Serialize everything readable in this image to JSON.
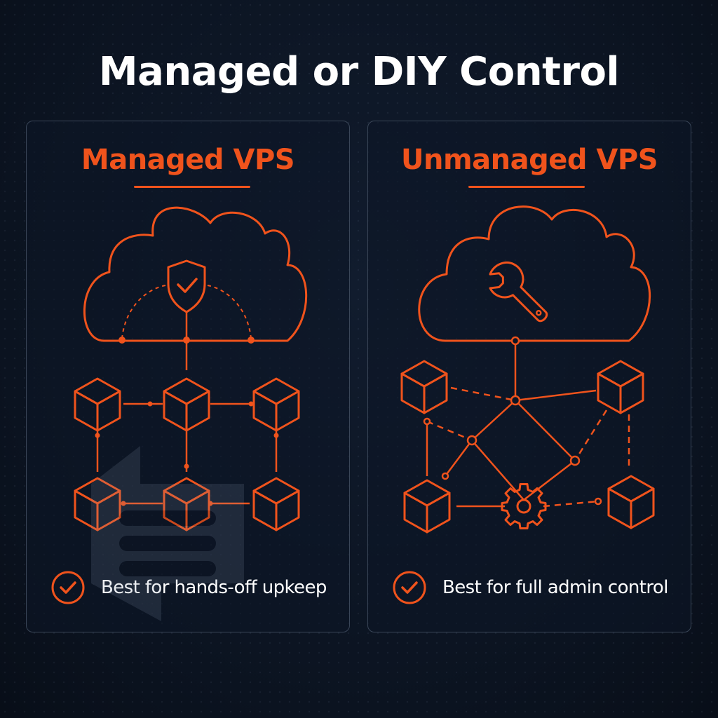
{
  "title": "Managed or DIY Control",
  "panels": {
    "managed": {
      "title": "Managed VPS",
      "footer_text": "Best for hands-off upkeep",
      "diagram_icons": [
        "cloud-icon",
        "shield-check-icon",
        "cube-icon"
      ]
    },
    "unmanaged": {
      "title": "Unmanaged VPS",
      "footer_text": "Best for full admin control",
      "diagram_icons": [
        "cloud-icon",
        "wrench-icon",
        "cube-icon",
        "gear-icon"
      ]
    }
  },
  "colors": {
    "accent": "#f0531c",
    "background": "#0c1422",
    "panel_border": "#3a4658",
    "title_text": "#ffffff"
  }
}
